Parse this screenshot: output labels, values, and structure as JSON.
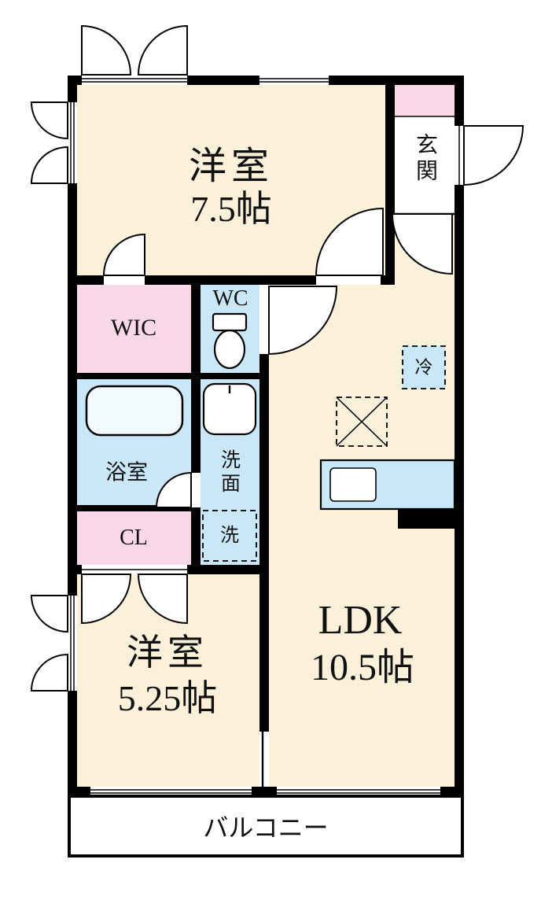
{
  "plan": {
    "rooms": {
      "western1": {
        "name": "洋室",
        "size": "7.5帖"
      },
      "entrance": {
        "name": "玄関"
      },
      "wic": {
        "name": "WIC"
      },
      "wc": {
        "name": "WC"
      },
      "bath": {
        "name": "浴室"
      },
      "washroom": {
        "name": "洗面"
      },
      "laundry": {
        "name": "洗"
      },
      "closet": {
        "name": "CL"
      },
      "western2": {
        "name": "洋室",
        "size": "5.25帖"
      },
      "ldk": {
        "name": "LDK",
        "size": "10.5帖"
      },
      "fridge": {
        "name": "冷"
      },
      "balcony": {
        "name": "バルコニー"
      }
    },
    "colors": {
      "wall": "#000000",
      "room": "#FBF1DA",
      "wet": "#C9E7F7",
      "storage": "#F8D8E7"
    }
  }
}
